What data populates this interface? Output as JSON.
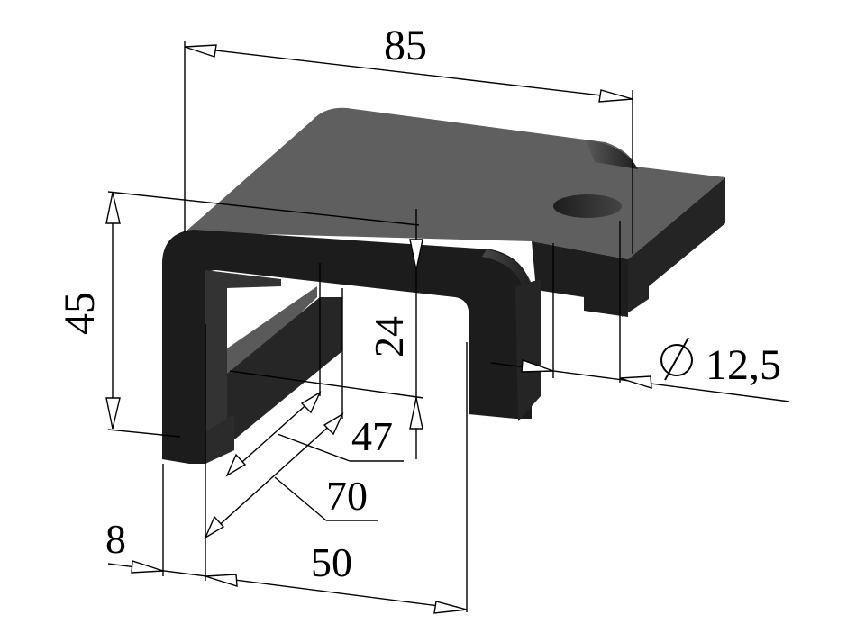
{
  "diagram": {
    "type": "isometric technical drawing",
    "subject": "bent sheet-metal bracket with mounting hole",
    "colors": {
      "background": "#ffffff",
      "top_face": "#5f5f5f",
      "front_face": "#1e1e1e",
      "side_face": "#262626",
      "inner_face": "#3a3a3a",
      "hole": "#2a2a2a",
      "dimension_lines": "#000000"
    }
  },
  "dimensions": {
    "overall_length": "85",
    "height": "45",
    "inner_height": "24",
    "width_inner": "47",
    "width_outer": "70",
    "thickness": "8",
    "leg_span": "50",
    "hole_diameter": "12,5",
    "diameter_symbol": "⌀"
  }
}
